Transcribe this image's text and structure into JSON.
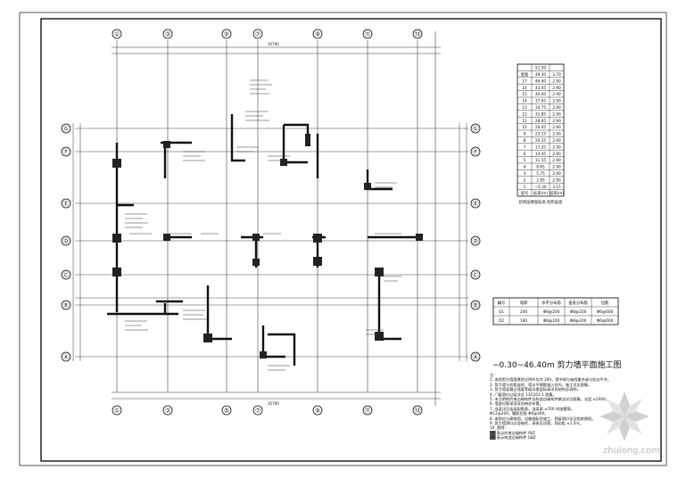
{
  "drawing": {
    "title": "−0.30~46.40m 剪力墙平面施工图",
    "watermark": "zhulong.com",
    "axes_top": [
      "①",
      "③",
      "⑤",
      "⑦",
      "⑨",
      "⑪",
      "⑬"
    ],
    "axes_left": [
      "Ⓖ",
      "Ⓕ",
      "Ⓔ",
      "Ⓓ",
      "Ⓒ",
      "Ⓑ",
      "Ⓐ"
    ],
    "top_dim_total": "35700",
    "bottom_dim_total": "35700"
  },
  "level_table": {
    "rows": [
      [
        "",
        "51.50",
        ""
      ],
      [
        "屋面",
        "49.30",
        "3.70"
      ],
      [
        "17",
        "46.40",
        "2.90"
      ],
      [
        "16",
        "43.45",
        "2.90"
      ],
      [
        "15",
        "40.60",
        "2.90"
      ],
      [
        "14",
        "37.65",
        "2.90"
      ],
      [
        "13",
        "34.75",
        "2.90"
      ],
      [
        "12",
        "31.85",
        "2.90"
      ],
      [
        "11",
        "28.95",
        "2.90"
      ],
      [
        "10",
        "26.05",
        "2.90"
      ],
      [
        "9",
        "23.15",
        "2.90"
      ],
      [
        "8",
        "20.25",
        "2.90"
      ],
      [
        "7",
        "17.35",
        "2.90"
      ],
      [
        "6",
        "14.45",
        "2.90"
      ],
      [
        "5",
        "11.55",
        "2.90"
      ],
      [
        "4",
        "8.65",
        "2.90"
      ],
      [
        "3",
        "5.75",
        "2.90"
      ],
      [
        "2",
        "2.85",
        "2.90"
      ],
      [
        "1",
        "−0.30",
        "3.15"
      ],
      [
        "层号",
        "标高(m)",
        "层高(m)"
      ]
    ],
    "caption": "结构层楼面标高 结构层高"
  },
  "wall_table": {
    "header": [
      "编号",
      "墙厚",
      "水平分布筋",
      "垂直分布筋",
      "拉筋"
    ],
    "rows": [
      [
        "Q1",
        "200",
        "Φ8@200",
        "Φ8@200",
        "Φ6@600"
      ],
      [
        "Q2",
        "180",
        "Φ8@200",
        "Φ8@200",
        "Φ6@600"
      ]
    ]
  },
  "notes": [
    "注：",
    "1. 本图剪力墙墙厚除注明外均为 200，墙中线与轴线重合或与柱边平齐。",
    "2. 剪力墙与柱相连时，墙水平钢筋锚入柱内，施工详见图集。",
    "3. 剪力墙混凝土强度等级及楼层标高详见结构总说明。",
    "4. 门窗洞口过梁详见 11G101-1 图集。",
    "5. 未注明的约束边缘构件及构造边缘构件做法详见图集，长度 ≤2000。",
    "6. 墙身拉筋采用双向梅花布置。",
    "7. 连梁详见连梁配筋表，当梁高 ≥700 时加腰筋，",
    "   Φ12@200，腰筋拉筋 Φ6@400。",
    "8. 本图应与建筑图、设备图配合施工，预留洞口详见相关图纸。",
    "9. 剪力墙洞口边设暗柱，具体见详图，洞边距 ≤1.5m。",
    "10. 图例：",
    "      ▓▓ 表示约束边缘构件 YBZ",
    "      ▓▓ 表示构造边缘构件 GBZ"
  ]
}
